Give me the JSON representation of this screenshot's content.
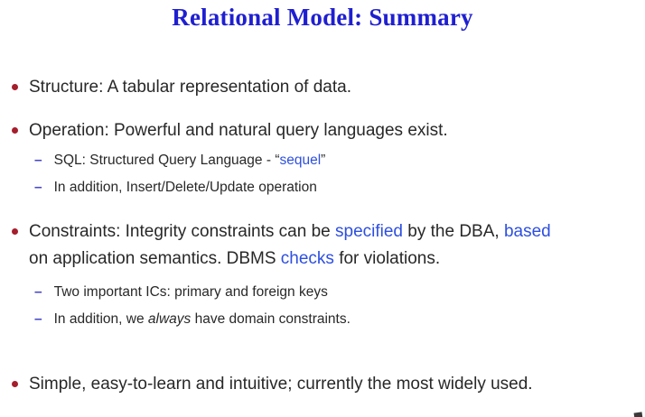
{
  "slide": {
    "title": "Relational Model: Summary",
    "bullets": {
      "structure": "Structure: A tabular representation of data.",
      "operation": "Operation: Powerful and natural query languages exist.",
      "sql": {
        "pre": "SQL: Structured Query Language - “",
        "highlight": "sequel",
        "post": "”"
      },
      "insert": "In addition, Insert/Delete/Update operation",
      "constraints": {
        "s1": "Constraints: Integrity constraints can be ",
        "h1": "specified",
        "s2": " by the DBA, ",
        "h2": "based",
        "s3": "on application semantics. DBMS ",
        "h3": "checks",
        "s4": " for violations."
      },
      "ics": "Two important ICs: primary and foreign keys",
      "domain": {
        "pre": "In addition, we ",
        "em": "always",
        "post": " have domain constraints."
      },
      "simple": "Simple, easy-to-learn and intuitive; currently the most widely used."
    },
    "marker_glyphs": {
      "dash": "–"
    },
    "colors": {
      "title": "#1f1fd1",
      "bullet_dot": "#a41e2c",
      "sub_dash": "#4747c7",
      "highlight": "#2d4fe0",
      "body_text": "#282828",
      "background": "#ffffff"
    }
  }
}
